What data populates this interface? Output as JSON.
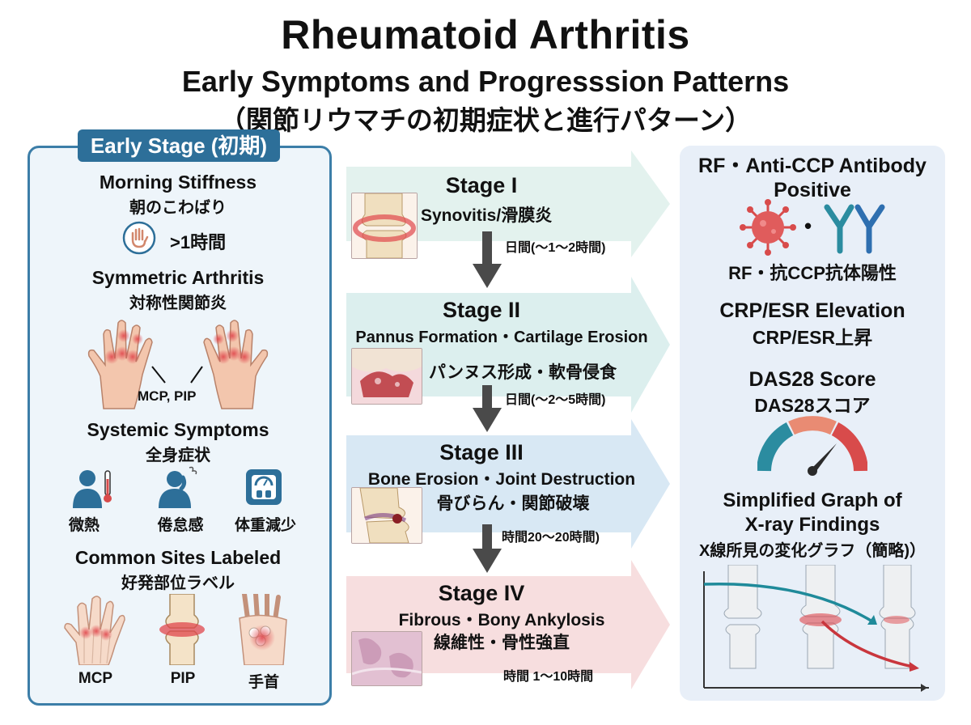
{
  "header": {
    "title": "Rheumatoid Arthritis",
    "subtitle": "Early Symptoms and Progresssion Patterns",
    "subtitle_jp": "（関節リウマチの初期症状と進行パターン）"
  },
  "early": {
    "tab_label": "Early Stage (初期)",
    "morning": {
      "en": "Morning Stiffness",
      "jp": "朝のこわばり",
      "duration": ">1時間"
    },
    "symmetric": {
      "en": "Symmetric Arthritis",
      "jp": "対称性関節炎",
      "joints_label": "MCP, PIP"
    },
    "systemic": {
      "en": "Systemic Symptoms",
      "jp": "全身症状",
      "items": [
        {
          "label": "微熱",
          "icon": "fever-icon"
        },
        {
          "label": "倦怠感",
          "icon": "fatigue-icon"
        },
        {
          "label": "体重減少",
          "icon": "scale-icon"
        }
      ]
    },
    "sites": {
      "en": "Common Sites Labeled",
      "jp": "好発部位ラベル",
      "items": [
        {
          "label": "MCP"
        },
        {
          "label": "PIP"
        },
        {
          "label": "手首"
        }
      ]
    }
  },
  "stages": [
    {
      "name": "Stage I",
      "en": "Synovitis/滑膜炎",
      "jp": "",
      "arrow": "日間(〜1〜2時間)",
      "color": "#e3f2ee"
    },
    {
      "name": "Stage II",
      "en": "Pannus Formation・Cartilage Erosion",
      "jp": "パンヌス形成・軟骨侵食",
      "arrow": "日間(〜2〜5時間)",
      "color": "#dcefee"
    },
    {
      "name": "Stage III",
      "en": "Bone Erosion・Joint Destruction",
      "jp": "骨びらん・関節破壊",
      "arrow": "時間20〜20時間)",
      "color": "#d8e8f4"
    },
    {
      "name": "Stage IV",
      "en": "Fibrous・Bony Ankylosis",
      "jp": "線維性・骨性強直",
      "arrow": "時間 1〜10時間",
      "color": "#f7dedf"
    }
  ],
  "right": {
    "antibody": {
      "en": "RF・Anti-CCP Antibody\nPositive",
      "separator": "•",
      "jp": "RF・抗CCP抗体陽性"
    },
    "crp": {
      "en": "CRP/ESR Elevation",
      "jp": "CRP/ESR上昇"
    },
    "das": {
      "en": "DAS28 Score",
      "jp": "DAS28スコア"
    },
    "xray": {
      "en": "Simplified Graph of\nX-ray Findings",
      "jp": "X線所見の変化グラフ（簡略)）"
    }
  },
  "colors": {
    "accent": "#2d6f99",
    "inflammation": "#e0474c",
    "teal": "#1f8a9a",
    "gauge_teal": "#2b8ca0",
    "gauge_mid": "#e98b73",
    "gauge_red": "#d84b4b"
  }
}
